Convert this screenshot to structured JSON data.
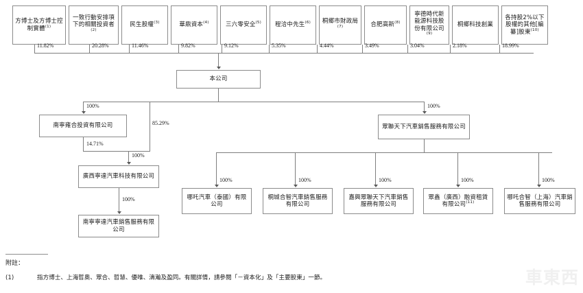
{
  "chart_data": {
    "type": "diagram",
    "title": "Shareholding / corporate structure chart",
    "shareholders": [
      {
        "label": "方博士及方博士控制實體",
        "note": "(1)",
        "pct": "11.82%"
      },
      {
        "label": "一致行動安排項下的相關投資者",
        "note": "(2)",
        "pct": "20.28%"
      },
      {
        "label": "民生股權",
        "note": "(3)",
        "pct": "11.46%"
      },
      {
        "label": "華鼎資本",
        "note": "(4)",
        "pct": "9.82%"
      },
      {
        "label": "三六零安全",
        "note": "(5)",
        "pct": "9.12%"
      },
      {
        "label": "程洽中先生",
        "note": "(6)",
        "pct": "5.35%"
      },
      {
        "label": "桐鄉市財政局",
        "note": "(7)",
        "pct": "4.44%"
      },
      {
        "label": "合肥高新",
        "note": "(8)",
        "pct": "3.49%"
      },
      {
        "label": "寧德時代新能源科技股份有限公司",
        "note": "(9)",
        "pct": "3.04%"
      },
      {
        "label": "桐鄉科技創業",
        "note": "",
        "pct": "2.18%"
      },
      {
        "label": "各持股2%以下股權的其他[編纂]股東",
        "note": "(10)",
        "pct": "18.99%"
      }
    ],
    "company": {
      "label": "本公司"
    },
    "left_branch": {
      "holdco": {
        "label": "南寧雍合投資有限公司",
        "pct_from_company": "100%"
      },
      "target": {
        "label": "廣西寧達汽車科技有限公司",
        "pct_from_holdco": "14.71%",
        "pct_from_company": "85.29%",
        "pct_in": "100%"
      },
      "sub": {
        "label": "南寧寧達汽車銷售服務有限公司",
        "pct": "100%"
      }
    },
    "right_branch": {
      "parent": {
        "label": "眾聯天下汽車銷售服務有限公司",
        "pct_from_company": "100%"
      },
      "children": [
        {
          "label": "哪吒汽車（泰國）有限公司",
          "note": "",
          "pct": "100%"
        },
        {
          "label": "桐城合智汽車銷售服務有限公司",
          "note": "",
          "pct": "100%"
        },
        {
          "label": "嘉興眾聯天下汽車銷售服務有限公司",
          "note": "",
          "pct": "100%"
        },
        {
          "label": "眾鑫（廣西）融資租賃有限公司",
          "note": "(11)",
          "pct": "100%"
        },
        {
          "label": "哪吒合智（上海）汽車銷售服務有限公司",
          "note": "",
          "pct": "100%"
        }
      ]
    }
  },
  "notes": {
    "title": "附註：",
    "items": [
      {
        "index": "(1)",
        "text": "指方博士、上海哲奧、眾合、哲慧、優唯、濤瀚及盈同。有關詳情，請參閱「－資本化」及「主要股東」一節。"
      }
    ]
  },
  "watermark": {
    "text": "車東西"
  }
}
